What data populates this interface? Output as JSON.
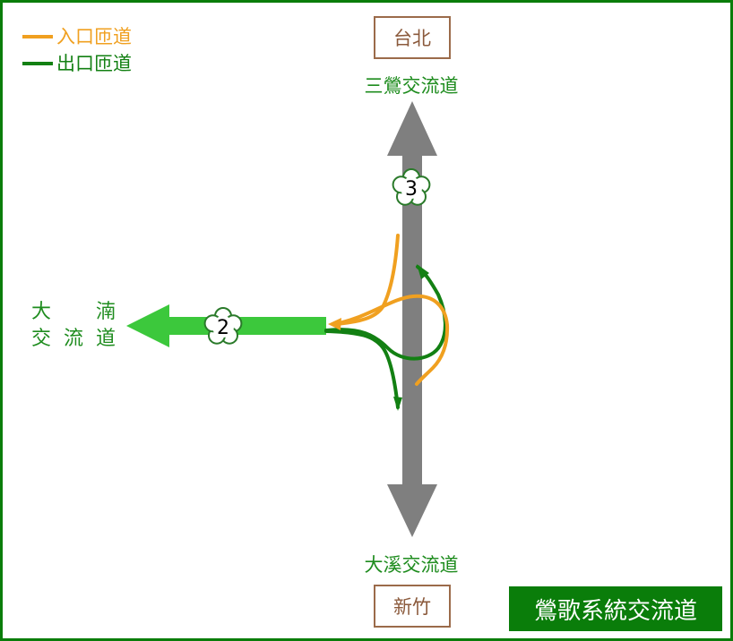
{
  "legend": {
    "entrance": {
      "label": "入口匝道",
      "color": "#f0a020"
    },
    "exit": {
      "label": "出口匝道",
      "color": "#138013"
    }
  },
  "north": {
    "destination": "台北",
    "interchange": "三鶯交流道"
  },
  "south": {
    "destination": "新竹",
    "interchange": "大溪交流道"
  },
  "west": {
    "interchange_line1": "大湳",
    "interchange_line2": "交流道"
  },
  "freeway_3": {
    "number": "3",
    "color": "#7f7f7f"
  },
  "freeway_2": {
    "number": "2",
    "color": "#3cc83c"
  },
  "title": "鶯歌系統交流道",
  "colors": {
    "border": "#0a7d0a",
    "title_bg": "#0a7d0a",
    "label_green": "#1e8c1e",
    "city_text": "#8b5a3c"
  },
  "icons": [
    "plum-blossom-shield-icon",
    "arrow-head-icon"
  ]
}
